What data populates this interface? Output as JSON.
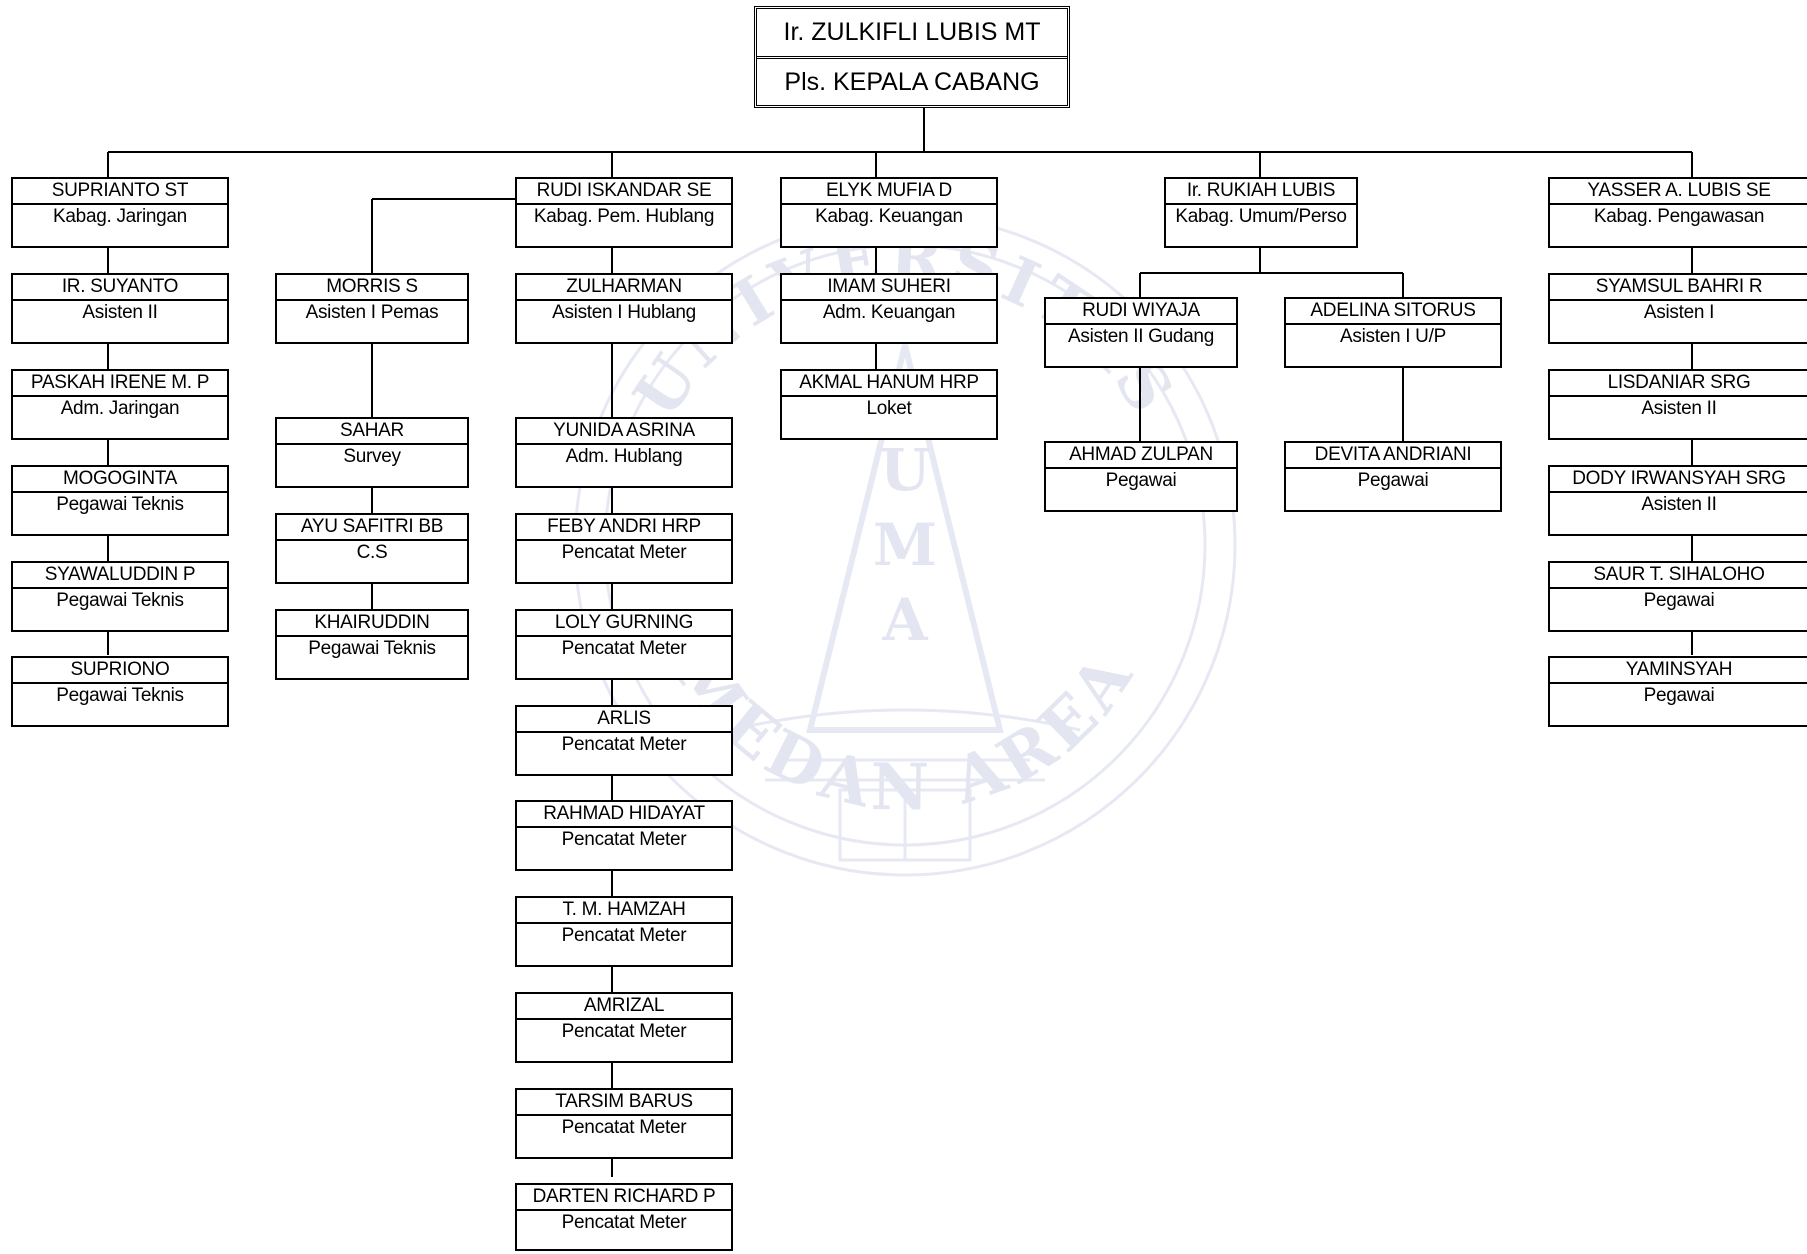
{
  "root": {
    "name": "Ir. ZULKIFLI LUBIS MT",
    "role": "Pls. KEPALA CABANG"
  },
  "watermark": {
    "top_text": "UNIVERSITAS",
    "bottom_text": "MEDAN AREA",
    "monogram": [
      "U",
      "M",
      "A"
    ]
  },
  "columns": [
    {
      "head": {
        "name": "SUPRIANTO ST",
        "role": "Kabag. Jaringan"
      },
      "members": [
        {
          "name": "IR. SUYANTO",
          "role": "Asisten II"
        },
        {
          "name": "PASKAH IRENE M. P",
          "role": "Adm. Jaringan"
        },
        {
          "name": "MOGOGINTA",
          "role": "Pegawai Teknis"
        },
        {
          "name": "SYAWALUDDIN P",
          "role": "Pegawai Teknis"
        },
        {
          "name": "SUPRIONO",
          "role": "Pegawai Teknis"
        }
      ]
    },
    {
      "head": {
        "name": "RUDI ISKANDAR SE",
        "role": "Kabag. Pem. Hublang"
      },
      "side": [
        {
          "name": "MORRIS S",
          "role": "Asisten I Pemas"
        },
        {
          "name": "SAHAR",
          "role": "Survey"
        },
        {
          "name": "AYU SAFITRI BB",
          "role": "C.S"
        },
        {
          "name": "KHAIRUDDIN",
          "role": "Pegawai Teknis"
        }
      ],
      "members": [
        {
          "name": "ZULHARMAN",
          "role": "Asisten I Hublang"
        },
        {
          "name": "YUNIDA ASRINA",
          "role": "Adm. Hublang"
        },
        {
          "name": "FEBY ANDRI HRP",
          "role": "Pencatat Meter"
        },
        {
          "name": "LOLY GURNING",
          "role": "Pencatat Meter"
        },
        {
          "name": "ARLIS",
          "role": "Pencatat Meter"
        },
        {
          "name": "RAHMAD HIDAYAT",
          "role": "Pencatat Meter"
        },
        {
          "name": "T. M. HAMZAH",
          "role": "Pencatat Meter"
        },
        {
          "name": "AMRIZAL",
          "role": "Pencatat Meter"
        },
        {
          "name": "TARSIM BARUS",
          "role": "Pencatat Meter"
        },
        {
          "name": "DARTEN RICHARD P",
          "role": "Pencatat Meter"
        }
      ]
    },
    {
      "head": {
        "name": "ELYK MUFIA D",
        "role": "Kabag. Keuangan"
      },
      "members": [
        {
          "name": "IMAM SUHERI",
          "role": "Adm. Keuangan"
        },
        {
          "name": "AKMAL HANUM HRP",
          "role": "Loket"
        }
      ]
    },
    {
      "head": {
        "name": "Ir. RUKIAH LUBIS",
        "role": "Kabag. Umum/Perso"
      },
      "branches": [
        {
          "lead": {
            "name": "RUDI WIYAJA",
            "role": "Asisten II Gudang"
          },
          "members": [
            {
              "name": "AHMAD ZULPAN",
              "role": "Pegawai"
            }
          ]
        },
        {
          "lead": {
            "name": "ADELINA SITORUS",
            "role": "Asisten I U/P"
          },
          "members": [
            {
              "name": "DEVITA ANDRIANI",
              "role": "Pegawai"
            }
          ]
        }
      ]
    },
    {
      "head": {
        "name": "YASSER A. LUBIS SE",
        "role": "Kabag. Pengawasan"
      },
      "members": [
        {
          "name": "SYAMSUL BAHRI R",
          "role": "Asisten I"
        },
        {
          "name": "LISDANIAR SRG",
          "role": "Asisten II"
        },
        {
          "name": "DODY IRWANSYAH SRG",
          "role": "Asisten II"
        },
        {
          "name": "SAUR T. SIHALOHO",
          "role": "Pegawai"
        },
        {
          "name": "YAMINSYAH",
          "role": "Pegawai"
        }
      ]
    }
  ]
}
